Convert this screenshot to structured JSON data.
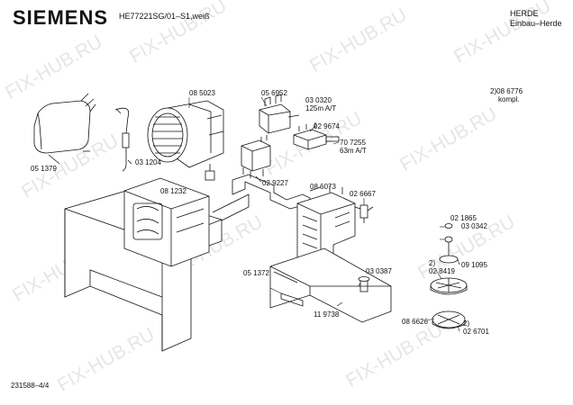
{
  "header": {
    "brand": "SIEMENS",
    "model": "HE77221SG/01–S1,weiß",
    "category_line1": "HERDE",
    "category_line2": "Einbau–Herde"
  },
  "footer": {
    "page_ref": "231588–4/4"
  },
  "watermark": "FIX-HUB.RU",
  "labels": {
    "p051379": "05 1379",
    "p031204": "03 1204",
    "p085023": "08 5023",
    "p056952": "05 6952",
    "p030320": "03 0320",
    "p030320b": "125m A/T",
    "p029674": "02 9674",
    "p707255": "70 7255",
    "p707255b": "63m A/T",
    "p029227": "02 9227",
    "p081232": "08 1232",
    "p086073": "08 6073",
    "p026667": "02 6667",
    "p086776": "2)08 6776",
    "p086776b": "kompl.",
    "p021865": "02 1865",
    "p030342": "03 0342",
    "p091095": "09 1095",
    "p2a": "2)",
    "p028419": "02 8419",
    "p051372": "05 1372",
    "p030387": "03 0387",
    "p119738": "11 9738",
    "p086626": "08 6626",
    "p2b": "2)",
    "p026701": "02 6701"
  }
}
